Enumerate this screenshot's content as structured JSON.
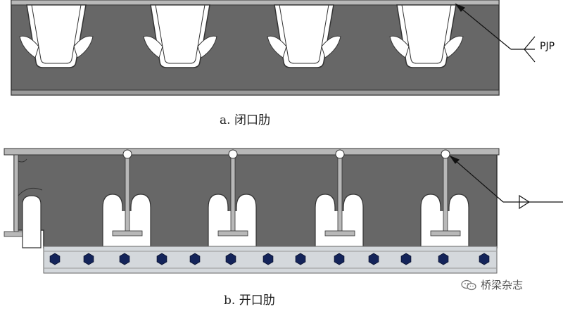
{
  "caption_a": "a. 闭口肋",
  "caption_b": "b. 开口肋",
  "weld_label": "PJP",
  "watermark": "桥梁杂志",
  "colors": {
    "plate": "#676767",
    "deck": "#b8b8b8",
    "hole": "#ffffff",
    "bolt": "#14245a",
    "splice": "#d4d8dc"
  },
  "icons": [
    "wechat-logo-icon"
  ]
}
